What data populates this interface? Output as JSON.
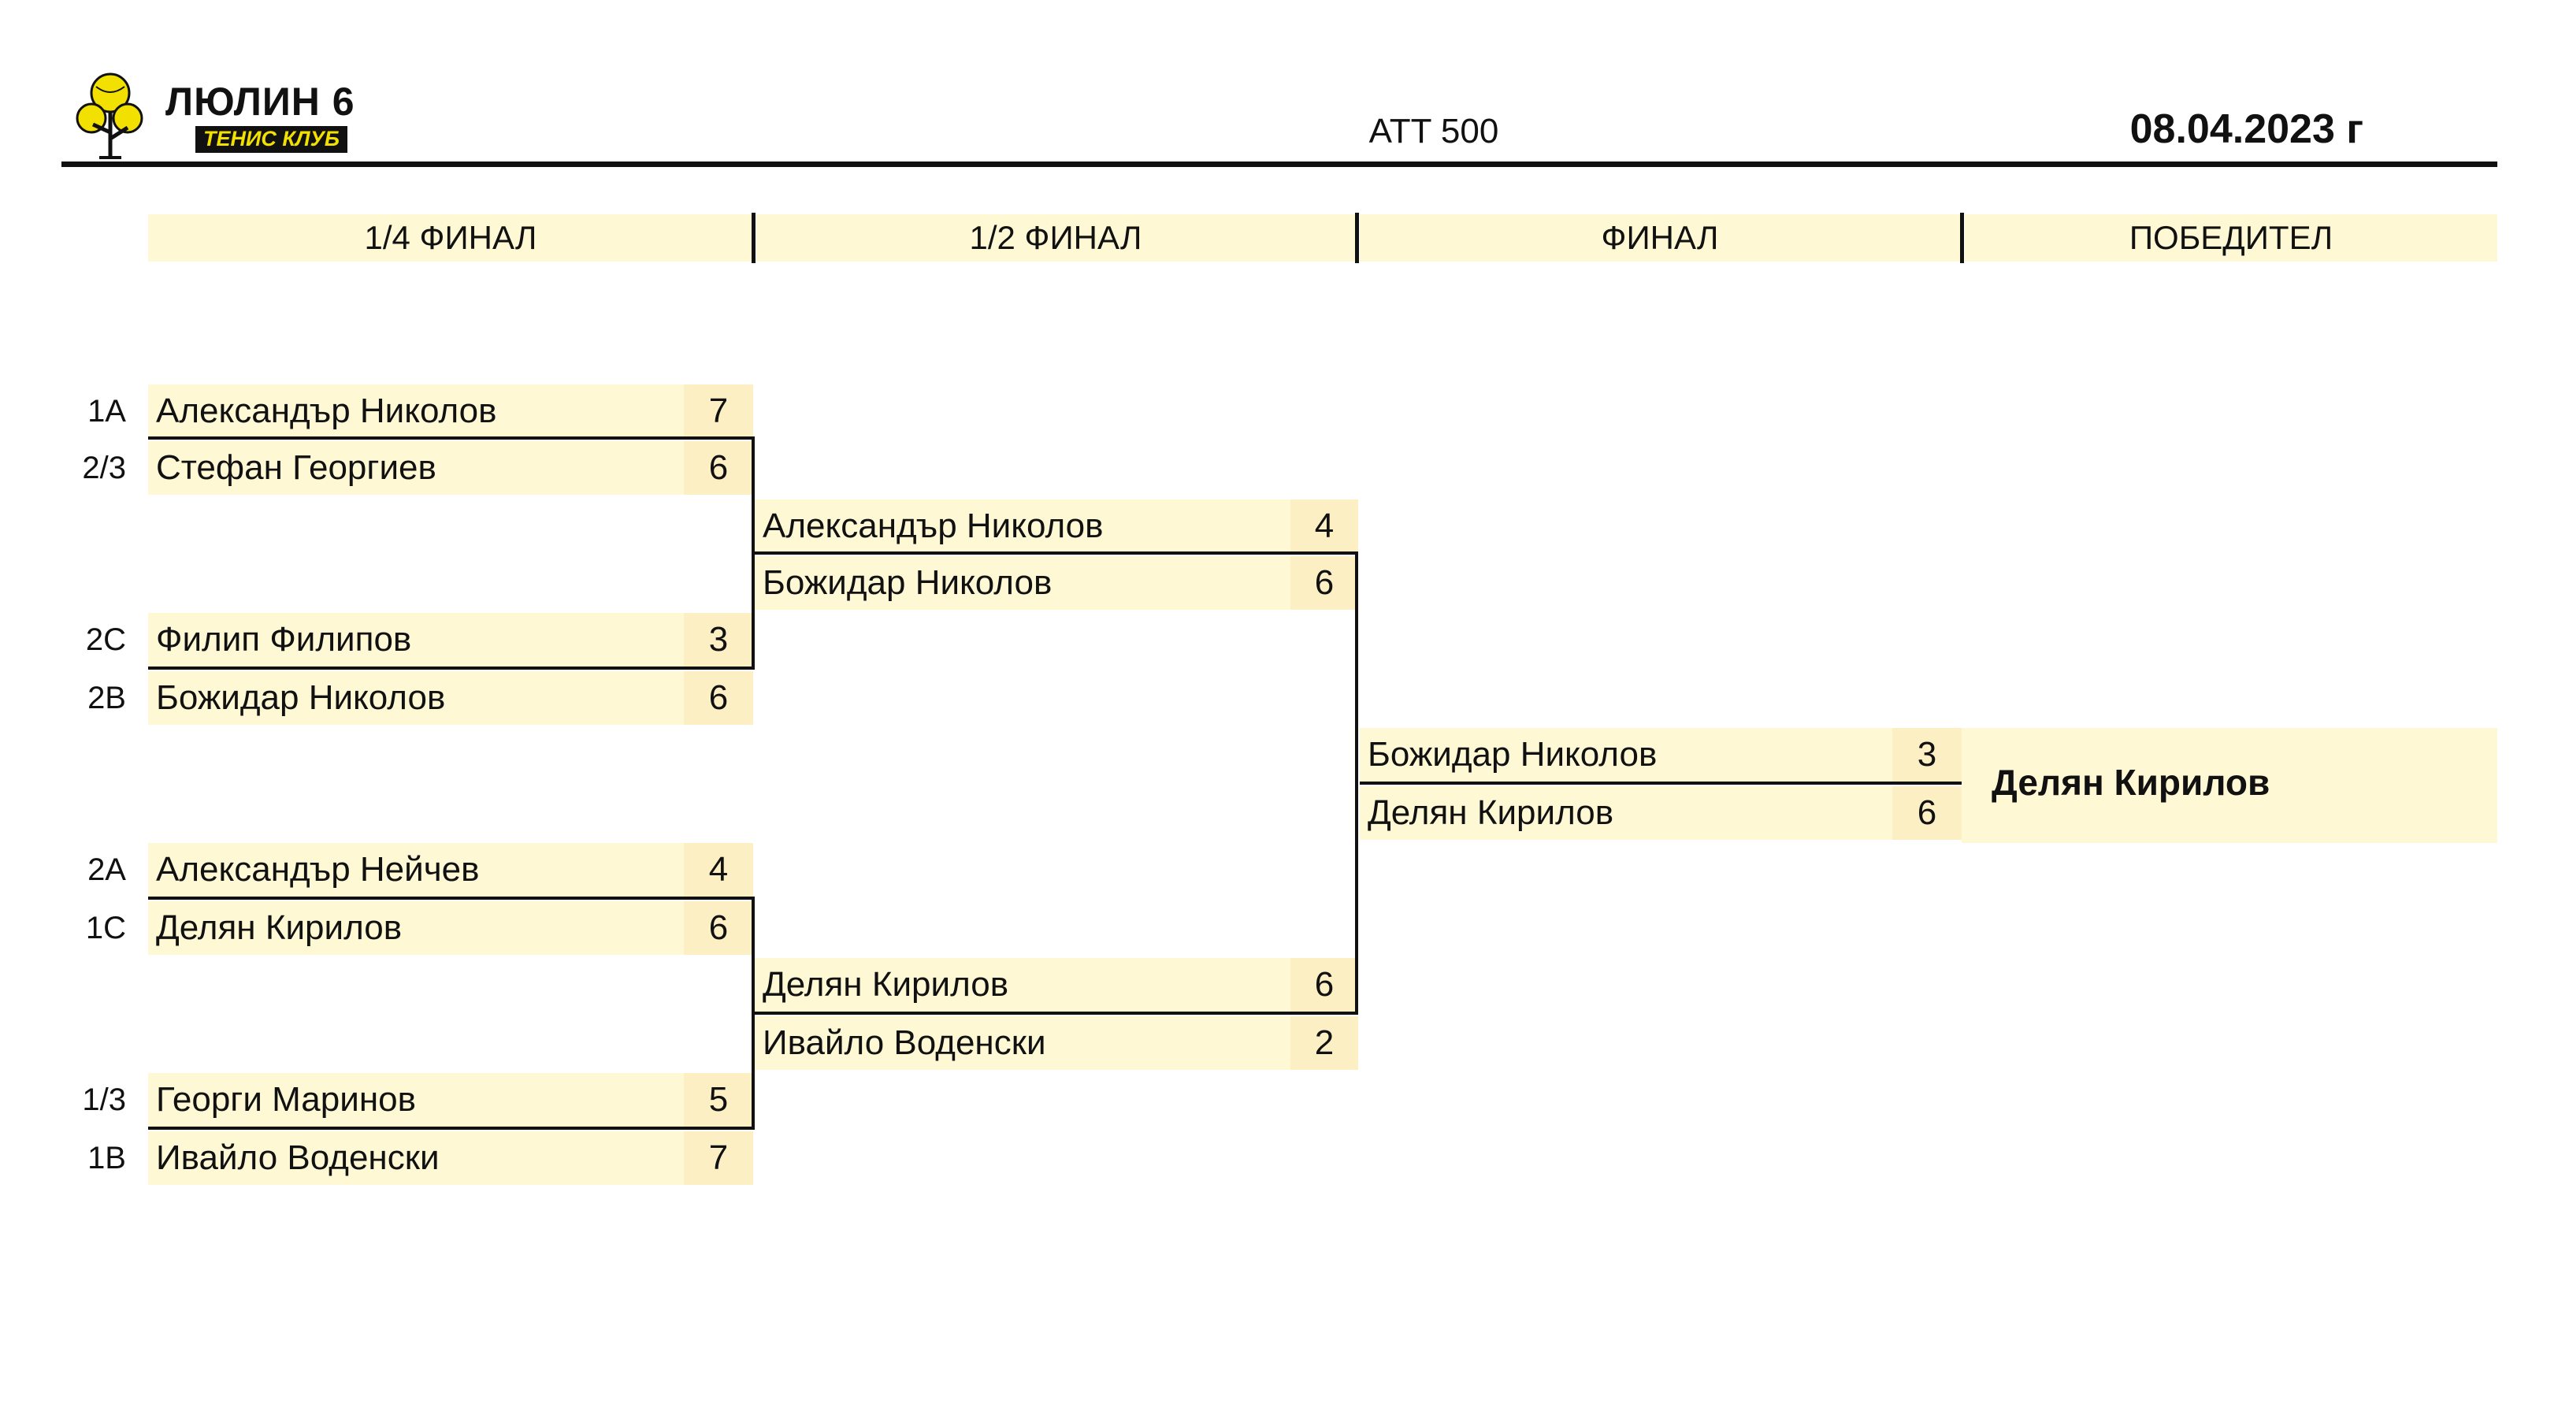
{
  "header": {
    "club_name": "ЛЮЛИН 6",
    "club_subtitle": "ТЕНИС КЛУБ",
    "event": "ATT 500",
    "date": "08.04.2023 г"
  },
  "rounds": [
    "1/4 ФИНАЛ",
    "1/2 ФИНАЛ",
    "ФИНАЛ",
    "ПОБЕДИТЕЛ"
  ],
  "quarterfinals": [
    {
      "seed": "1A",
      "name": "Александър Николов",
      "score": "7"
    },
    {
      "seed": "2/3",
      "name": "Стефан Георгиев",
      "score": "6"
    },
    {
      "seed": "2C",
      "name": "Филип Филипов",
      "score": "3"
    },
    {
      "seed": "2B",
      "name": "Божидар Николов",
      "score": "6"
    },
    {
      "seed": "2A",
      "name": "Александър Нейчев",
      "score": "4"
    },
    {
      "seed": "1C",
      "name": "Делян Кирилов",
      "score": "6"
    },
    {
      "seed": "1/3",
      "name": "Георги Маринов",
      "score": "5"
    },
    {
      "seed": "1B",
      "name": "Ивайло Воденски",
      "score": "7"
    }
  ],
  "semifinals": [
    {
      "name": "Александър Николов",
      "score": "4"
    },
    {
      "name": "Божидар Николов",
      "score": "6"
    },
    {
      "name": "Делян Кирилов",
      "score": "6"
    },
    {
      "name": "Ивайло Воденски",
      "score": "2"
    }
  ],
  "final": [
    {
      "name": "Божидар Николов",
      "score": "3"
    },
    {
      "name": "Делян Кирилов",
      "score": "6"
    }
  ],
  "winner": "Делян Кирилов"
}
